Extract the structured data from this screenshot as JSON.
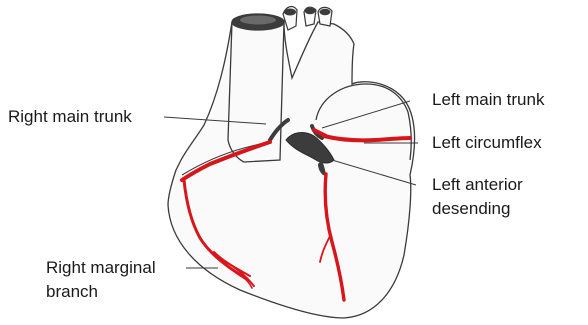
{
  "labels": {
    "right_main_trunk": "Right main trunk",
    "left_main_trunk": "Left main trunk",
    "left_circumflex": "Left circumflex",
    "left_anterior_line1": "Left anterior",
    "left_anterior_line2": "desending",
    "right_marginal_line1": "Right marginal",
    "right_marginal_line2": "branch"
  },
  "colors": {
    "artery": "#d7161b",
    "outline": "#3a3a3a",
    "vessel_dark": "#3c3c3c",
    "heart_fill": "#fafafa"
  }
}
